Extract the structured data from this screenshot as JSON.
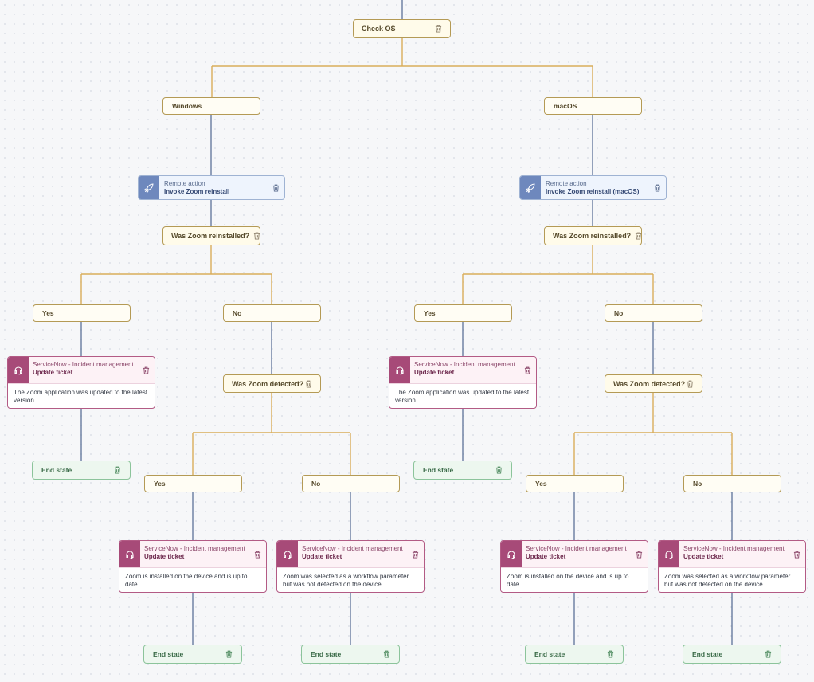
{
  "diagram": {
    "check_os": {
      "label": "Check OS"
    },
    "windows": {
      "label": "Windows",
      "remote_action": {
        "kind": "Remote action",
        "title": "Invoke Zoom reinstall"
      },
      "reinstalled_check": {
        "label": "Was Zoom reinstalled?"
      },
      "yes": {
        "label": "Yes",
        "ticket": {
          "kind": "ServiceNow - Incident management",
          "title": "Update ticket",
          "description": "The Zoom application was updated to the latest version."
        },
        "end": {
          "label": "End state"
        }
      },
      "no": {
        "label": "No",
        "detected_check": {
          "label": "Was Zoom detected?"
        },
        "yes": {
          "label": "Yes",
          "ticket": {
            "kind": "ServiceNow - Incident management",
            "title": "Update ticket",
            "description": "Zoom is installed on the device and is up to date"
          },
          "end": {
            "label": "End state"
          }
        },
        "no": {
          "label": "No",
          "ticket": {
            "kind": "ServiceNow - Incident management",
            "title": "Update ticket",
            "description": "Zoom was selected as a workflow parameter but was not detected on the device."
          },
          "end": {
            "label": "End state"
          }
        }
      }
    },
    "macos": {
      "label": "macOS",
      "remote_action": {
        "kind": "Remote action",
        "title": "Invoke Zoom reinstall (macOS)"
      },
      "reinstalled_check": {
        "label": "Was Zoom reinstalled?"
      },
      "yes": {
        "label": "Yes",
        "ticket": {
          "kind": "ServiceNow - Incident management",
          "title": "Update ticket",
          "description": "The Zoom application was updated to the latest version."
        },
        "end": {
          "label": "End state"
        }
      },
      "no": {
        "label": "No",
        "detected_check": {
          "label": "Was Zoom detected?"
        },
        "yes": {
          "label": "Yes",
          "ticket": {
            "kind": "ServiceNow - Incident management",
            "title": "Update ticket",
            "description": "Zoom is installed on the device and is up to date."
          },
          "end": {
            "label": "End state"
          }
        },
        "no": {
          "label": "No",
          "ticket": {
            "kind": "ServiceNow - Incident management",
            "title": "Update ticket",
            "description": "Zoom was selected as a workflow parameter but was not detected on the device."
          },
          "end": {
            "label": "End state"
          }
        }
      }
    }
  },
  "icons": {
    "delete": "trash-icon",
    "remote_action": "rocket-icon",
    "servicenow": "headset-icon"
  },
  "colors": {
    "condition_border": "#b49a55",
    "condition_fill": "#fffbea",
    "branch_connector": "#d9ad5a",
    "flow_connector": "#4f6690",
    "remote_action_accent": "#6e88bd",
    "servicenow_accent": "#a74a78",
    "end_state_border": "#8cc49b",
    "end_state_fill": "#edf7ef"
  }
}
